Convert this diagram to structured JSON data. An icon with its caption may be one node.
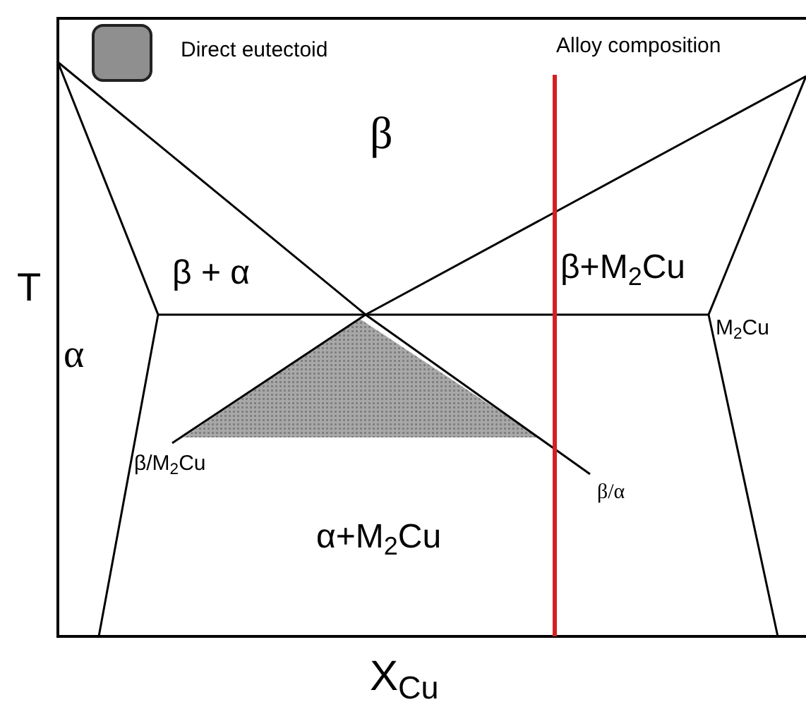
{
  "diagram": {
    "labels": [
      "Alloy composition",
      "β",
      "T",
      "β + α",
      "β+M$_{2}$Cu",
      "M$_{2}$Cu",
      "α",
      "β/M$_{2}$Cu",
      "β/α",
      "α+M$_{2}$Cu",
      "X$_{Cu}$"
    ],
    "legend": [
      {
        "text": "Direct eutectoid",
        "color": "#8f8f8f"
      }
    ]
  }
}
